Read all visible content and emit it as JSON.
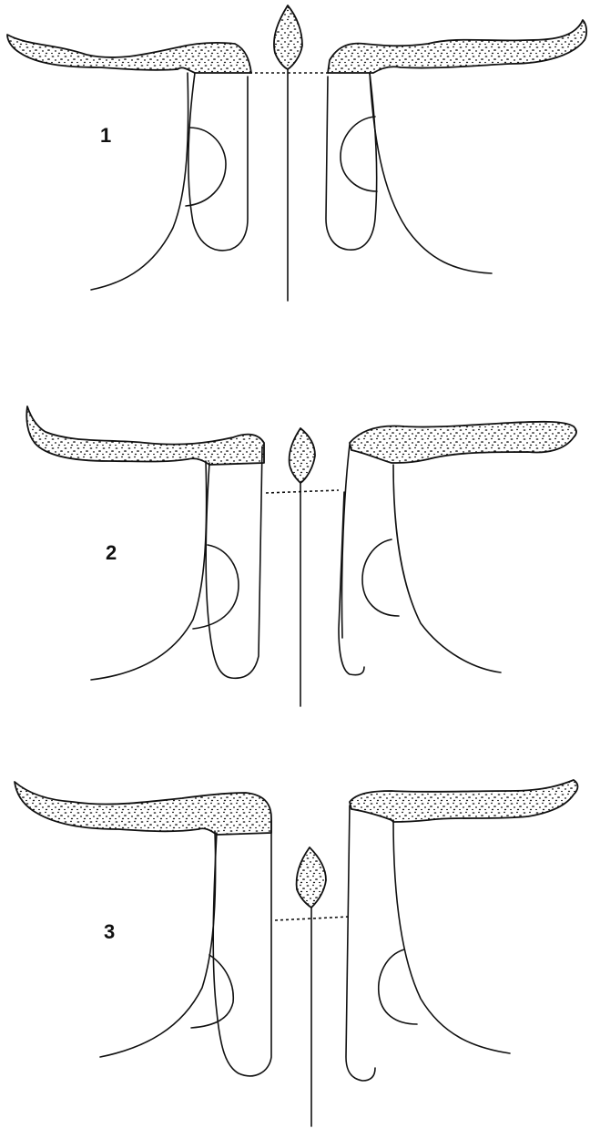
{
  "colors": {
    "ink": "#111111",
    "background": "#ffffff",
    "stipple": "#1a1a1a"
  },
  "panels": [
    {
      "label": "1"
    },
    {
      "label": "2"
    },
    {
      "label": "3"
    }
  ]
}
